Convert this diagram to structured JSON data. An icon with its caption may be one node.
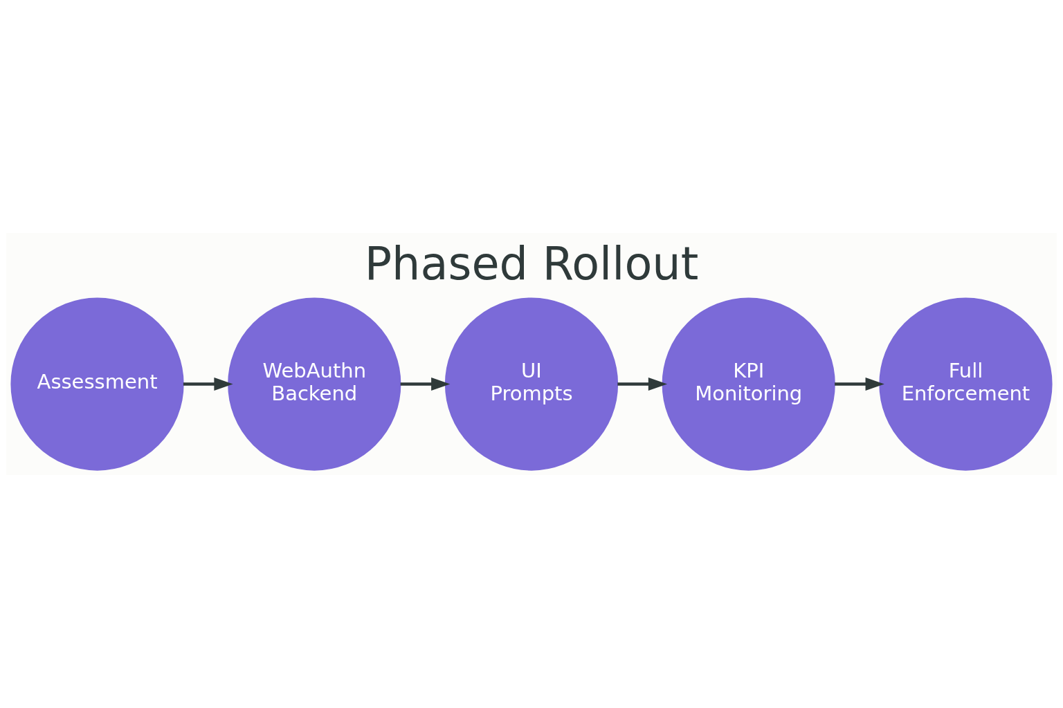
{
  "diagram": {
    "title": "Phased Rollout",
    "nodes": [
      {
        "text": [
          "Assessment"
        ]
      },
      {
        "text": [
          "WebAuthn Backend"
        ]
      },
      {
        "text": [
          "UI Prompts"
        ]
      },
      {
        "text": [
          "KPI Monitoring"
        ]
      },
      {
        "text": [
          "Full Enforcement"
        ]
      }
    ],
    "edges": [
      {
        "from": 0,
        "to": 1,
        "arrow": "to"
      },
      {
        "from": 1,
        "to": 2,
        "arrow": "to"
      },
      {
        "from": 2,
        "to": 3,
        "arrow": "to"
      },
      {
        "from": 3,
        "to": 4,
        "arrow": "to"
      }
    ]
  }
}
